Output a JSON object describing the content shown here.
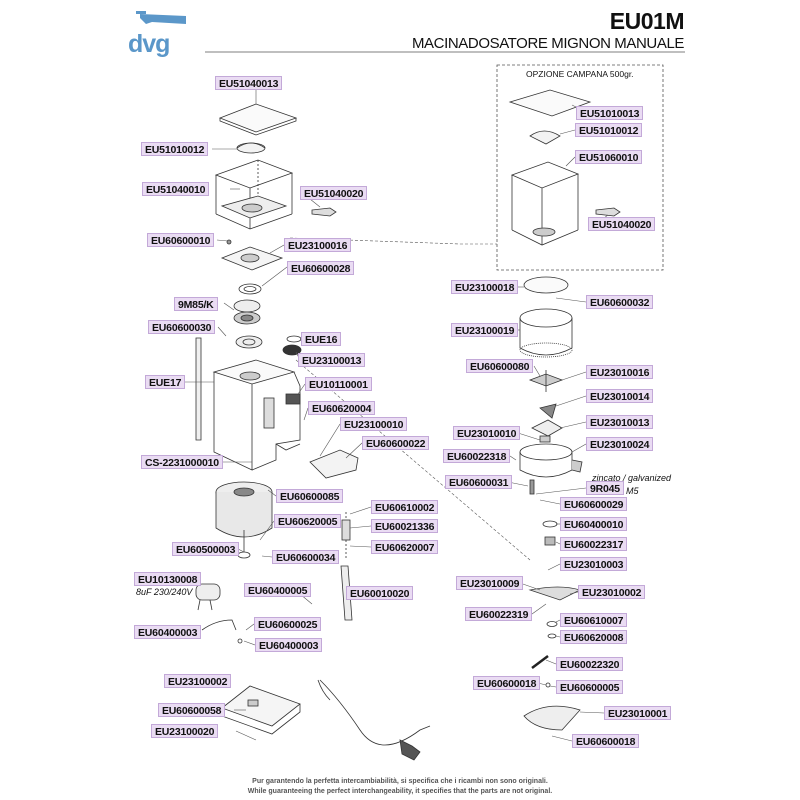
{
  "header": {
    "brand": "dvg",
    "model": "EU01M",
    "title": "MACINADOSATORE MIGNON MANUALE",
    "accent_color": "#5b97c9"
  },
  "option_box": {
    "label": "OPZIONE CAMPANA 500gr."
  },
  "parts": [
    "EU51040013",
    "EU51010012",
    "EU51040010",
    "EU51040020",
    "EU60600010",
    "EU23100016",
    "EU60600028",
    "9M85/K",
    "EU60600030",
    "EUE16",
    "EU23100013",
    "EUE17",
    "EU10110001",
    "EU60620004",
    "EU23100010",
    "EU60600022",
    "CS-2231000010",
    "EU60600085",
    "EU60610002",
    "EU60620005",
    "EU60021336",
    "EU60500003",
    "EU60600034",
    "EU60620007",
    "EU10130008",
    "EU60400005",
    "EU60010020",
    "EU60400003",
    "EU60600025",
    "EU60400003",
    "EU23100002",
    "EU60600058",
    "EU23100020",
    "EU51010013",
    "EU51010012",
    "EU51060010",
    "EU51040020",
    "EU23100018",
    "EU60600032",
    "EU23100019",
    "EU60600080",
    "EU23010016",
    "EU23010014",
    "EU23010013",
    "EU23010010",
    "EU23010024",
    "EU60022318",
    "EU60600031",
    "9R045",
    "EU60600029",
    "EU60400010",
    "EU60022317",
    "EU23010003",
    "EU23010009",
    "EU23010002",
    "EU60022319",
    "EU60610007",
    "EU60620008",
    "EU60022320",
    "EU60600018",
    "EU60600005",
    "EU23010001",
    "EU60600018"
  ],
  "notes": {
    "capacitor": "8uF 230/240V",
    "zincato": "zincato / galvanized",
    "m5": "M5"
  },
  "footer": {
    "it": "Pur garantendo la perfetta intercambiabilità, si specifica che i ricambi non sono originali.",
    "en": "While guaranteeing the perfect interchangeability, it specifies that the parts are not original."
  }
}
